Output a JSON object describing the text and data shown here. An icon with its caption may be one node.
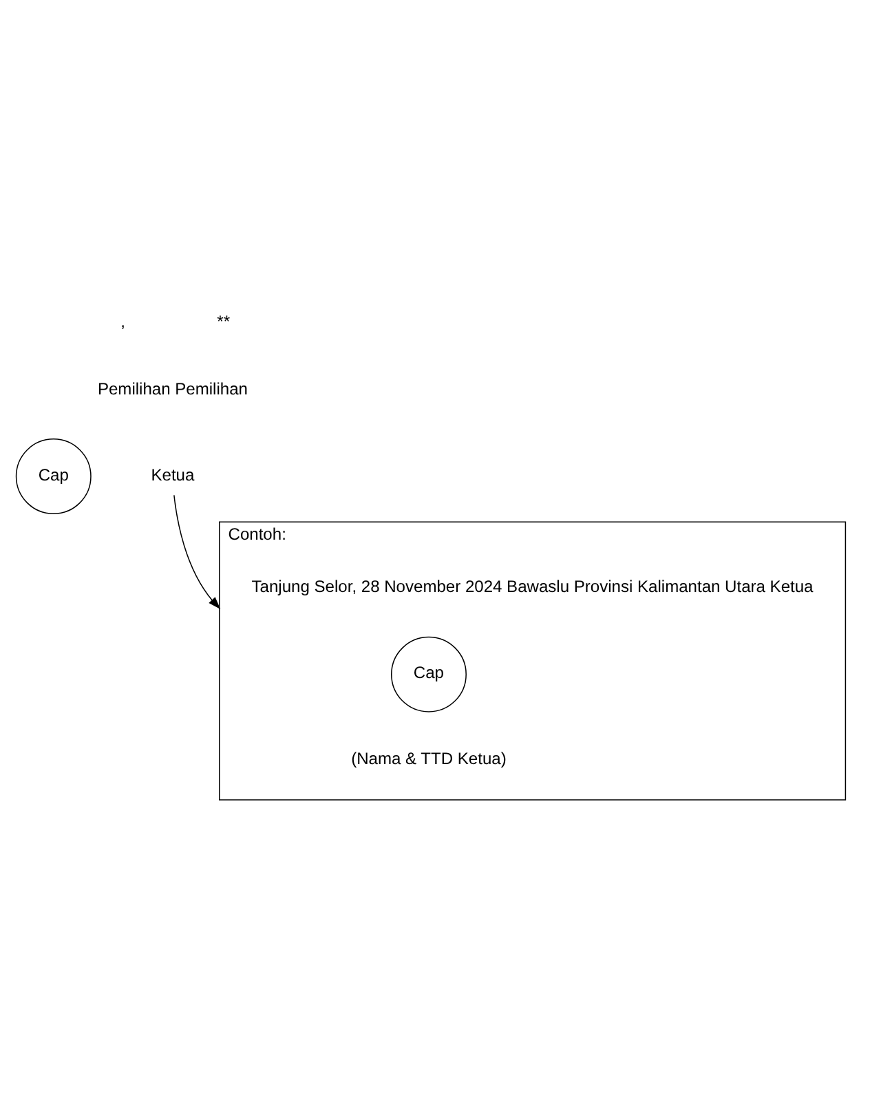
{
  "diagram": {
    "nodes": [
      {
        "text": [
          "Ketua"
        ]
      },
      {
        "text": [
          "Cap"
        ]
      },
      {
        "text": [
          "Contoh:",
          "Tanjung Selor, 28 November 2024 Bawaslu Provinsi Kalimantan Utara Ketua",
          "(Nama & TTD Ketua)"
        ]
      },
      {
        "text": [
          "Cap"
        ],
        "in": 2
      }
    ],
    "edges": [
      {
        "from": 0,
        "to": 2,
        "arrow": "to"
      }
    ],
    "labels": [
      ",",
      "**",
      "Pemilihan Pemilihan"
    ]
  }
}
